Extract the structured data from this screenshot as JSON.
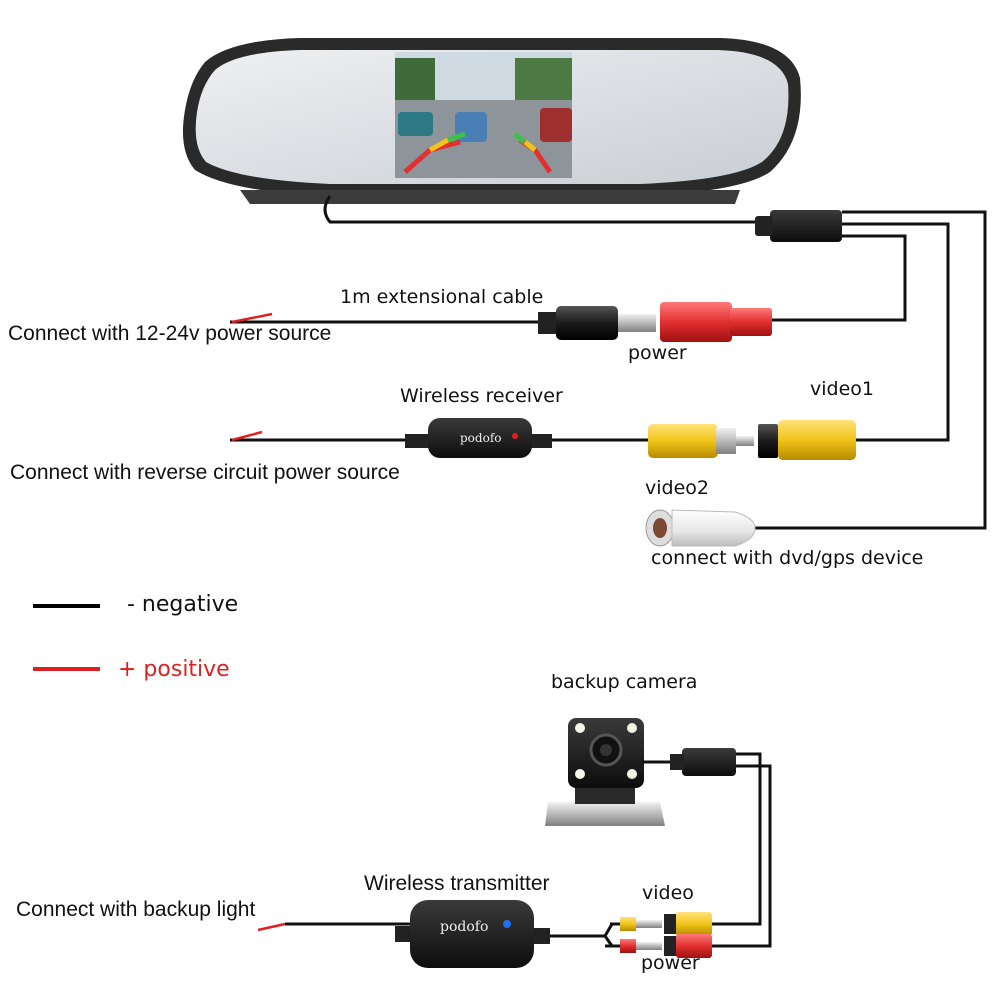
{
  "title": "",
  "labels": {
    "extension_cable": "1m extensional cable",
    "power_source": "Connect with 12-24v power source",
    "power_top": "power",
    "wireless_receiver": "Wireless  receiver",
    "video1": "video1",
    "reverse_source": "Connect with reverse circuit power source",
    "video2": "video2",
    "dvd_gps": "connect with dvd/gps device",
    "backup_camera": "backup camera",
    "wireless_transmitter": "Wireless transmitter",
    "backup_light": "Connect with backup light",
    "video_bottom": "video",
    "power_bottom": "power"
  },
  "legend": {
    "negative": "- negative",
    "positive": "+ positive"
  },
  "brand": {
    "receiver_brand": "podofo",
    "transmitter_brand": "podofo"
  },
  "colors": {
    "negative_wire": "#000000",
    "positive_wire": "#e02020",
    "positive_text": "#e02020",
    "rca_yellow": "#f0c419",
    "rca_red": "#e23030",
    "rca_white": "#f1f1f1",
    "receiver_led": "#e02020",
    "transmitter_led": "#1f6ff0"
  },
  "icons": {
    "mirror": "rear-view-mirror-monitor",
    "camera": "backup-camera",
    "receiver": "wireless-receiver-box",
    "transmitter": "wireless-transmitter-box",
    "dc_plug": "dc-barrel-plug",
    "rca": "rca-connector"
  }
}
